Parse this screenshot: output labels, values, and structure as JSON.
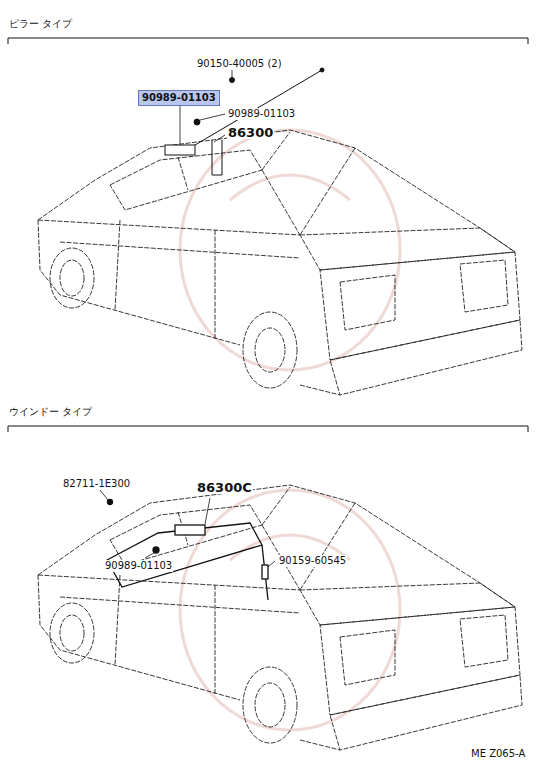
{
  "diagram": {
    "nodes": [
      {
        "text": [
          "90989-01103"
        ]
      }
    ],
    "labels": [
      "ピラー タイプ",
      "90150-40005 (2)",
      "90989-01103",
      "86300",
      "ウインドー タイプ",
      "82711-1E300",
      "86300C",
      "90989-01103",
      "90159-60545",
      "ME Z065-A"
    ]
  }
}
